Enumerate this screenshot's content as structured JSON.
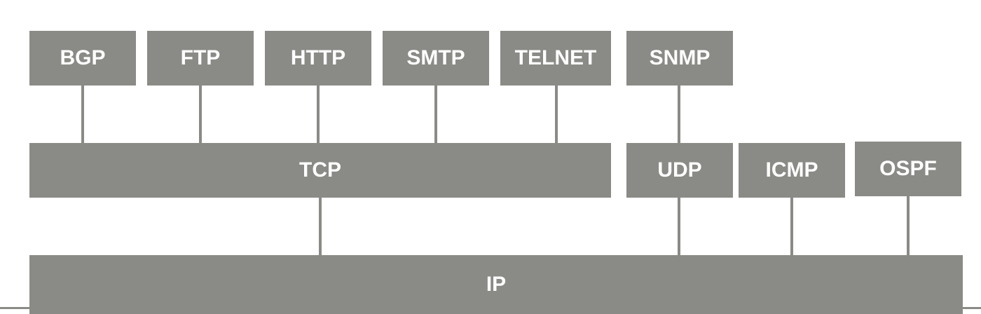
{
  "colors": {
    "box_fill": "#8a8a86",
    "connector": "#8a8a86",
    "text": "#ffffff",
    "background": "#ffffff"
  },
  "diagram": {
    "application_layer": [
      {
        "id": "bgp",
        "label": "BGP"
      },
      {
        "id": "ftp",
        "label": "FTP"
      },
      {
        "id": "http",
        "label": "HTTP"
      },
      {
        "id": "smtp",
        "label": "SMTP"
      },
      {
        "id": "telnet",
        "label": "TELNET"
      },
      {
        "id": "snmp",
        "label": "SNMP"
      }
    ],
    "transport_layer": [
      {
        "id": "tcp",
        "label": "TCP"
      },
      {
        "id": "udp",
        "label": "UDP"
      },
      {
        "id": "icmp",
        "label": "ICMP"
      },
      {
        "id": "ospf",
        "label": "OSPF"
      }
    ],
    "network_layer": [
      {
        "id": "ip",
        "label": "IP"
      }
    ],
    "connections": [
      {
        "from": "bgp",
        "to": "tcp"
      },
      {
        "from": "ftp",
        "to": "tcp"
      },
      {
        "from": "http",
        "to": "tcp"
      },
      {
        "from": "smtp",
        "to": "tcp"
      },
      {
        "from": "telnet",
        "to": "tcp"
      },
      {
        "from": "snmp",
        "to": "udp"
      },
      {
        "from": "tcp",
        "to": "ip"
      },
      {
        "from": "udp",
        "to": "ip"
      },
      {
        "from": "icmp",
        "to": "ip"
      },
      {
        "from": "ospf",
        "to": "ip"
      }
    ]
  }
}
